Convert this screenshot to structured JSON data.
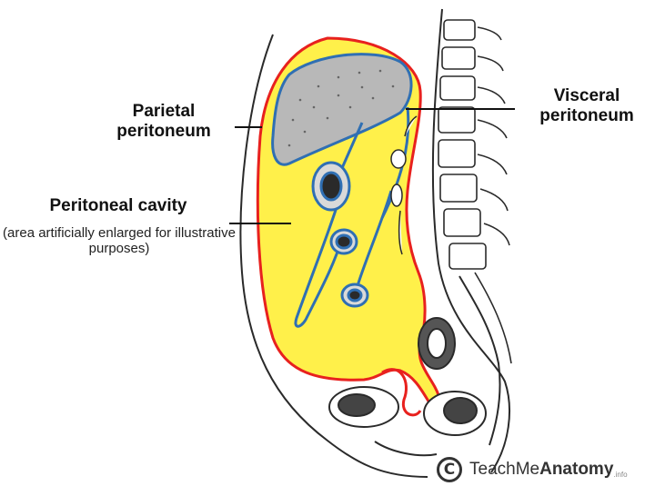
{
  "labels": {
    "parietal": "Parietal peritoneum",
    "visceral": "Visceral peritoneum",
    "cavity": "Peritoneal cavity",
    "cavity_note": "(area artificially enlarged for illustrative purposes)"
  },
  "watermark": {
    "symbol": "C",
    "brand_light": "TeachMe",
    "brand_bold": "Anatomy",
    "suffix": ".info"
  },
  "colors": {
    "cavity_fill": "#fff04a",
    "parietal_line": "#e8211e",
    "visceral_line": "#2f6fb3",
    "outline": "#2a2a2a"
  }
}
